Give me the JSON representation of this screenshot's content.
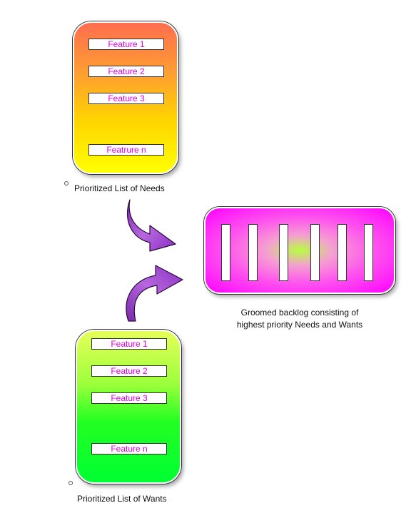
{
  "needs": {
    "features": [
      "Feature 1",
      "Feature 2",
      "Feature 3",
      "Featrure n"
    ],
    "caption": "Prioritized List of Needs"
  },
  "wants": {
    "features": [
      "Feature 1",
      "Feature 2",
      "Feature 3",
      "Feature n"
    ],
    "caption": "Prioritized List of Wants"
  },
  "backlog": {
    "slot_count": 6,
    "caption_line1": "Groomed backlog consisting of",
    "caption_line2": "highest priority Needs and Wants"
  },
  "colors": {
    "feature_text": "#e600e6",
    "arrow_fill": "#9a33cc",
    "needs_top": "#ff6e50",
    "needs_bottom": "#ffff00",
    "wants_top": "#e6ff5a",
    "wants_bottom": "#00ff33",
    "backlog_center": "#b8ff40",
    "backlog_edge": "#ff00ff"
  },
  "icons": [
    "curved-arrow-down-right-icon",
    "curved-arrow-up-right-icon"
  ]
}
